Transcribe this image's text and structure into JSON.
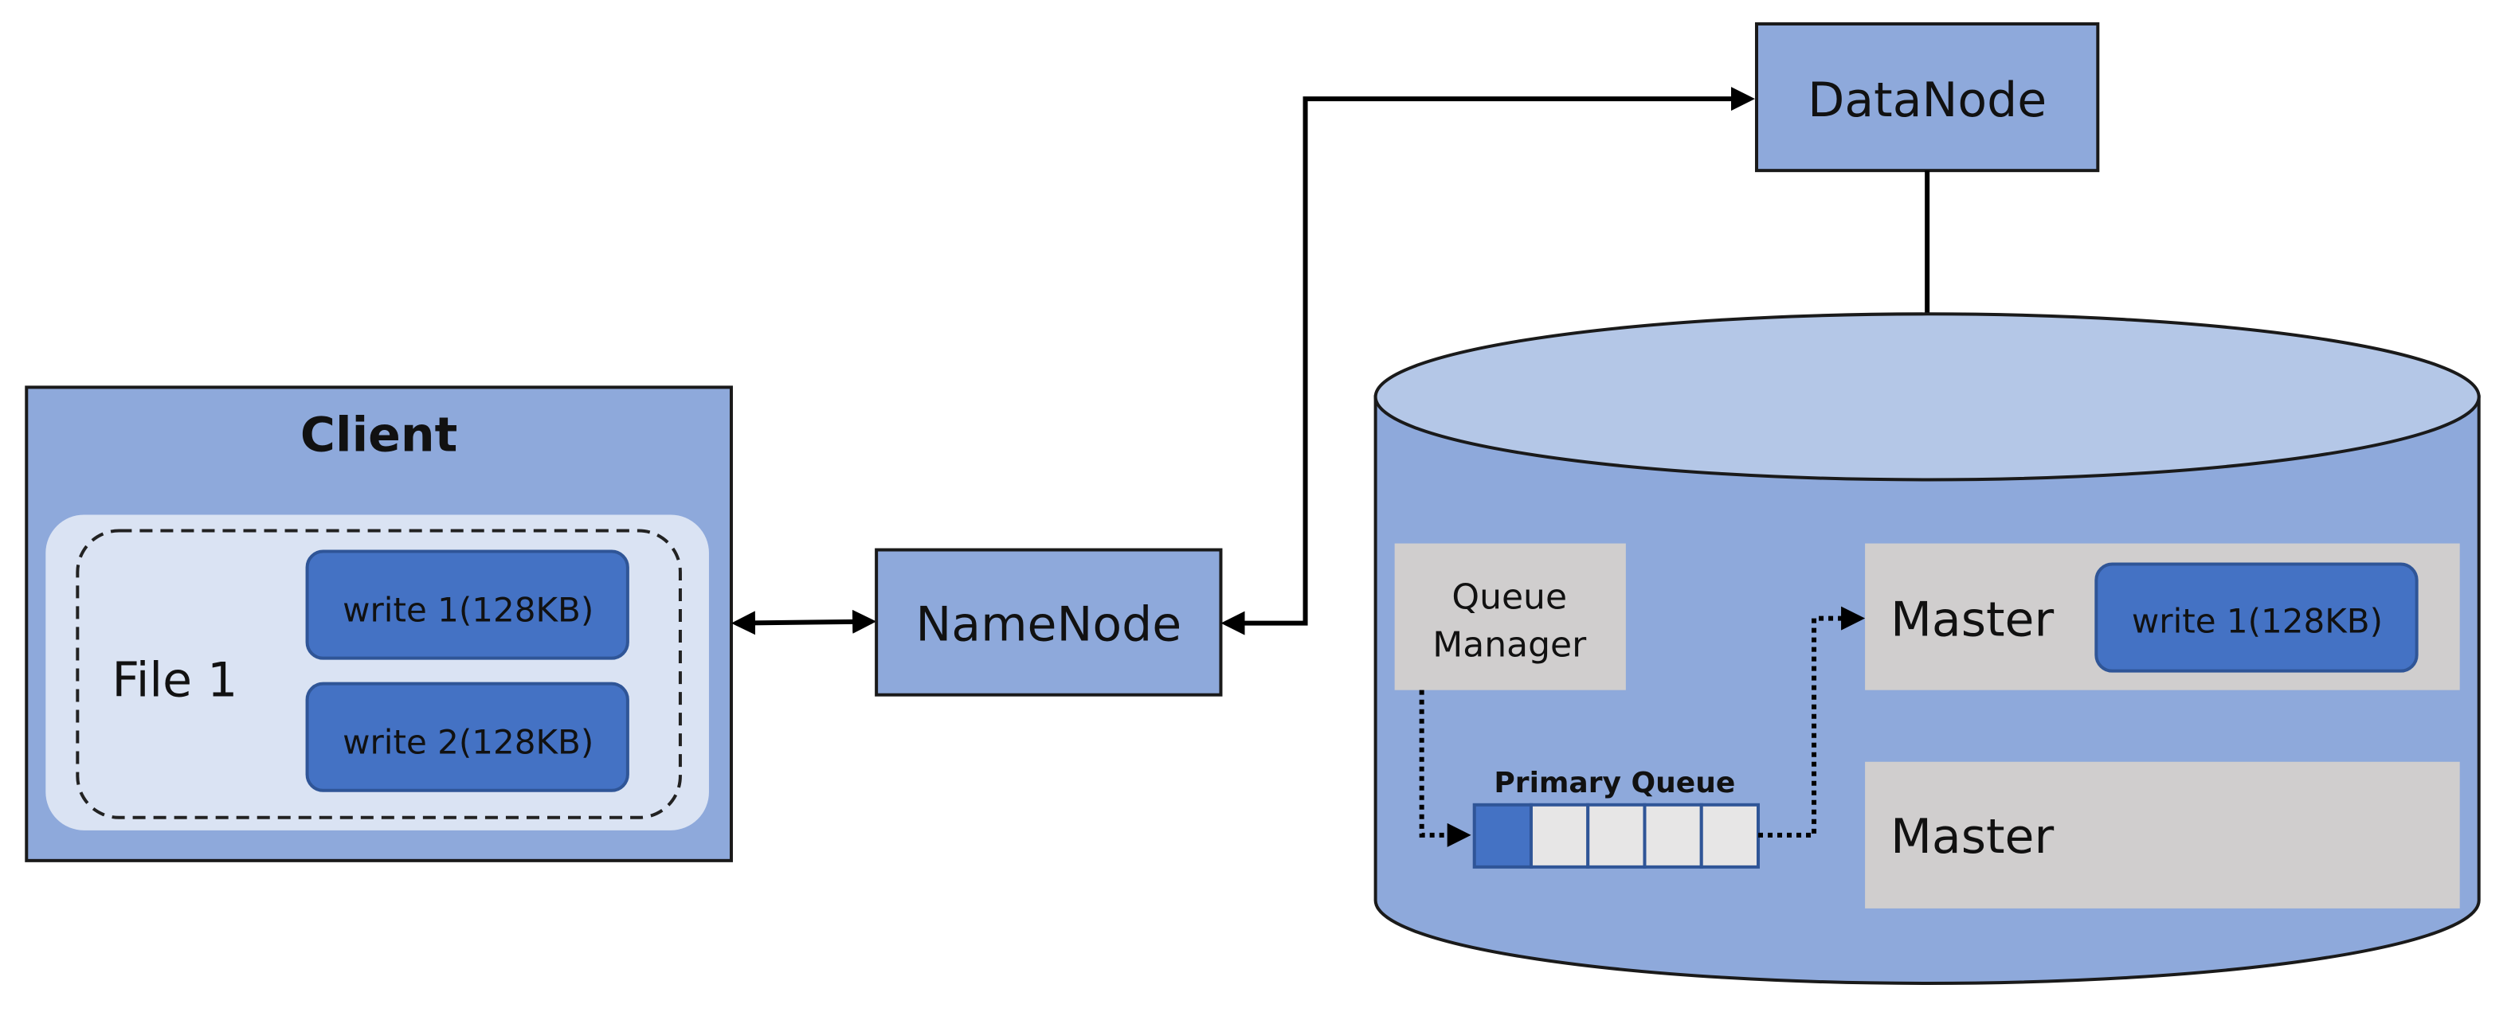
{
  "colors": {
    "box_fill": "#8EA9DB",
    "box_stroke": "#1a1a1a",
    "dark_block": "#4472C4",
    "dark_block_stroke": "#2F5597",
    "light_panel": "#DAE3F3",
    "cylinder_top": "#B4C7E7",
    "grey_panel": "#D0CECE",
    "queue_slot": "#E7E6E6"
  },
  "client": {
    "title": "Client",
    "file_label": "File 1",
    "writes": [
      "write 1(128KB)",
      "write 2(128KB)"
    ]
  },
  "namenode": {
    "label": "NameNode"
  },
  "datanode": {
    "label": "DataNode"
  },
  "storage": {
    "queue_manager": {
      "line1": "Queue",
      "line2": "Manager"
    },
    "primary_queue": {
      "label": "Primary Queue",
      "slots_total": 5,
      "slots_filled": 1
    },
    "masters": [
      {
        "label": "Master",
        "block": "write 1(128KB)"
      },
      {
        "label": "Master",
        "block": ""
      }
    ]
  }
}
